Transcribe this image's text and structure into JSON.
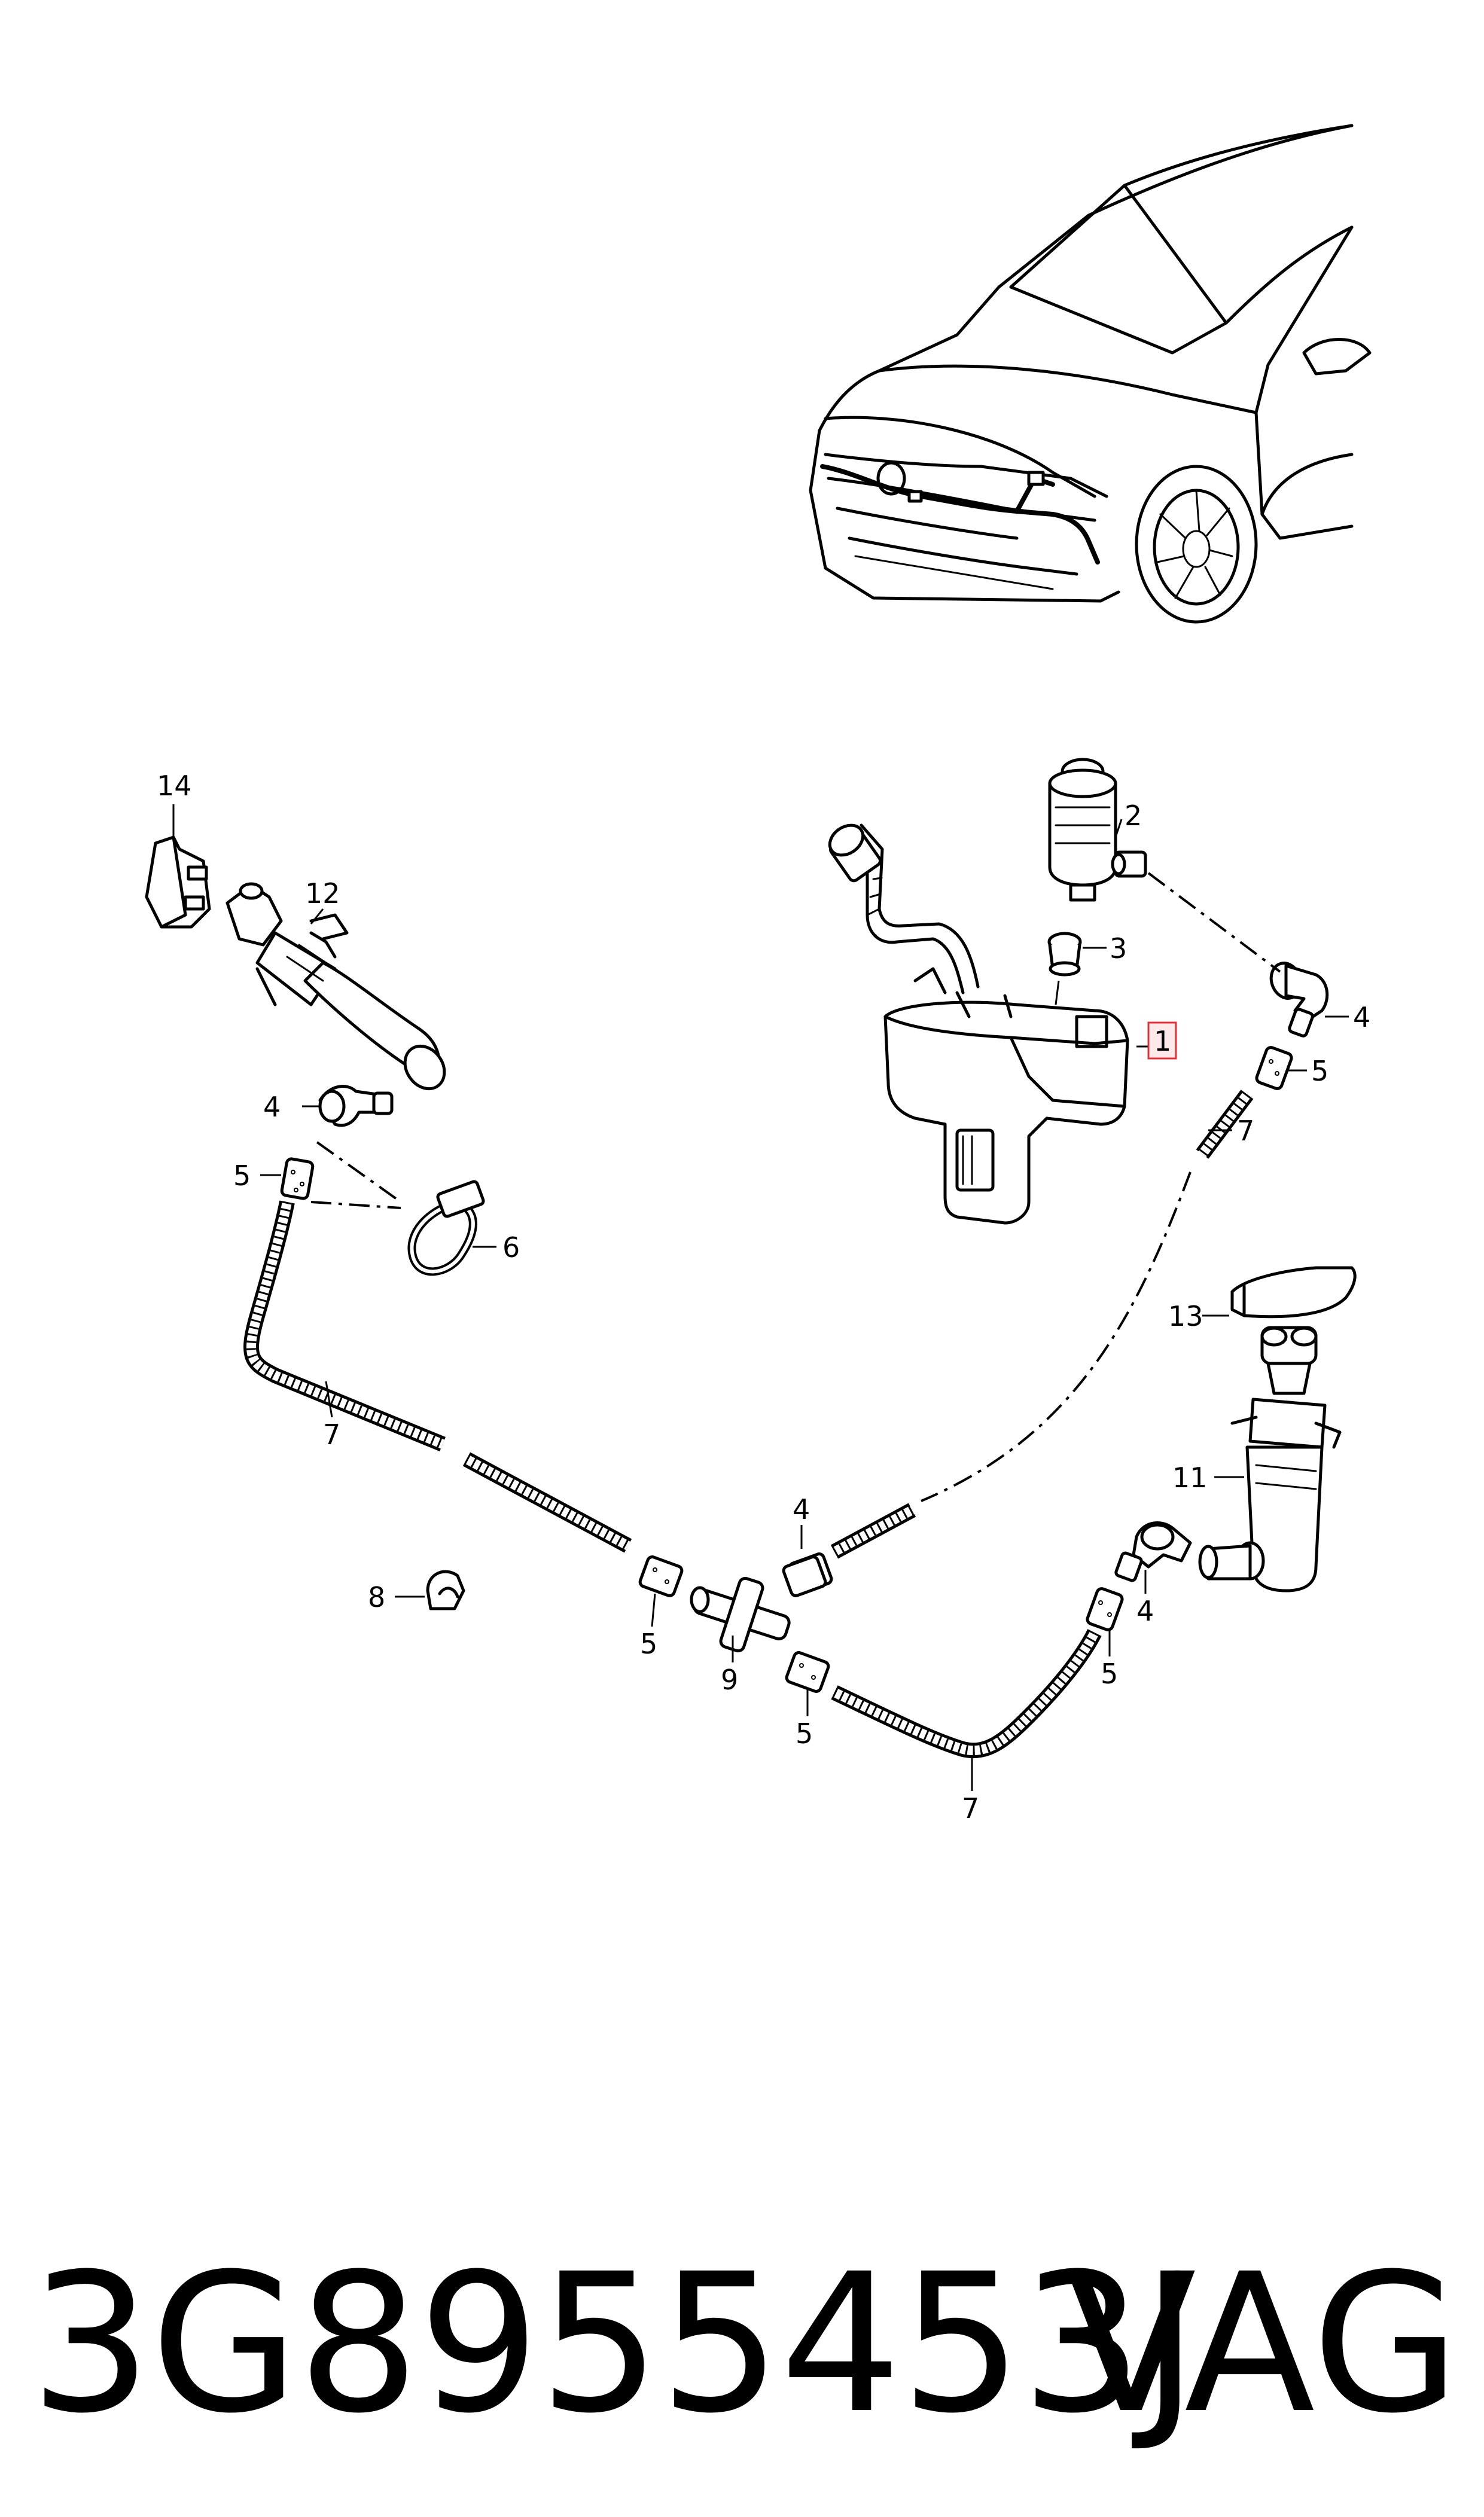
{
  "labels": {
    "p1": "1",
    "p2": "2",
    "p3": "3",
    "p4a": "4",
    "p4b": "4",
    "p4c": "4",
    "p4d": "4",
    "p5a": "5",
    "p5b": "5",
    "p5c": "5",
    "p5d": "5",
    "p5e": "5",
    "p6": "6",
    "p7a": "7",
    "p7b": "7",
    "p7c": "7",
    "p8": "8",
    "p9": "9",
    "p11": "11",
    "p12": "12",
    "p13": "13",
    "p14": "14"
  },
  "highlight_color": "#e0303a",
  "footer": {
    "part_number": "3G8955453J",
    "brand": "VAG"
  }
}
